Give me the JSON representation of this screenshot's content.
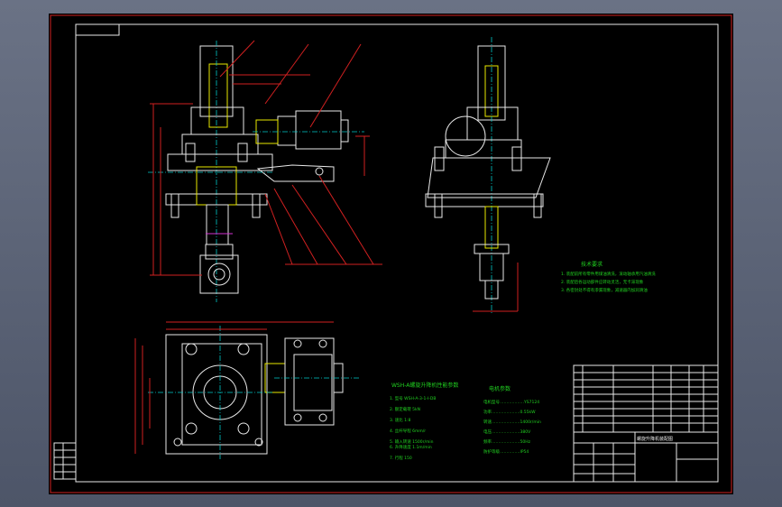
{
  "drawing": {
    "tech_requirements_title": "技术要求",
    "tech_requirements": [
      "1. 装配前所有零件用煤油清洗，滚动轴承用汽油清洗",
      "2. 装配后各运动部件应转动灵活，无卡滞现象",
      "3. 各密封处不得有渗漏现象，减速器内加润滑油"
    ],
    "spec_table_title": "WSH-A螺旋升降机性能参数",
    "spec_items": [
      "1. 型号  WSH-A-3-1-I-DB",
      "2. 额定载荷  5kN",
      "3. 速比  1:8",
      "4. 丝杆导程  6mm/r",
      "5. 输入转速  1500r/min",
      "6. 升降速度  1.1m/min",
      "7. 行程  150"
    ],
    "motor_table_title": "电机参数",
    "motor_items": [
      "电机型号………………YS7124",
      "功率…………………0.55kW",
      "转速…………………1400r/min",
      "电压…………………380V",
      "频率…………………50Hz",
      "防护等级……………IP54"
    ],
    "title_block_name": "螺旋升降机装配图",
    "colors": {
      "outline": "#e8e8e8",
      "center": "#00c8c8",
      "hidden": "#e8e800",
      "dim": "#d02020",
      "text": "#20d020"
    }
  }
}
